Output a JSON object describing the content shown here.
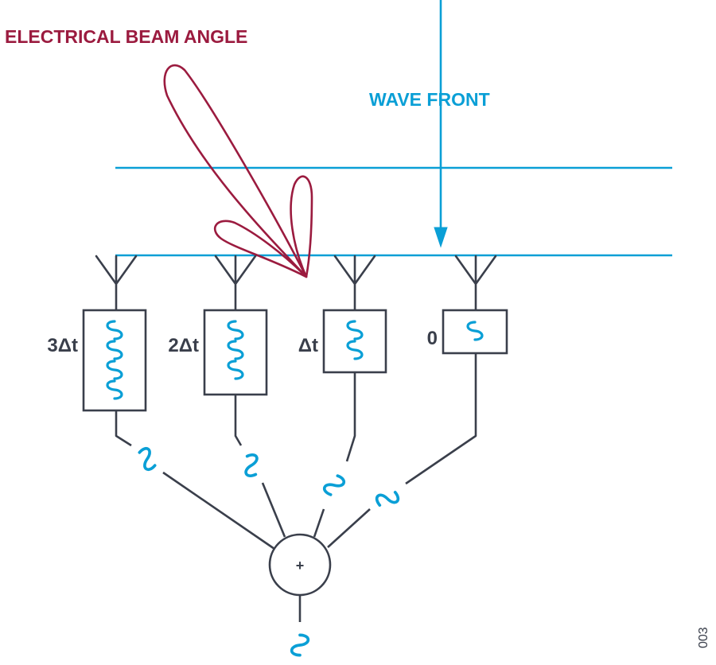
{
  "colors": {
    "beam": "#9b1b3f",
    "wave": "#0a9fd6",
    "structure": "#3a3f4b",
    "background": "#ffffff"
  },
  "labels": {
    "beam_angle": "ELECTRICAL BEAM ANGLE",
    "wave_front": "WAVE FRONT",
    "figure_code": "003",
    "summer_symbol": "+"
  },
  "delays": [
    {
      "label": "3Δt",
      "wave_glyphs": 4
    },
    {
      "label": "2Δt",
      "wave_glyphs": 3
    },
    {
      "label": "Δt",
      "wave_glyphs": 2
    },
    {
      "label": "0",
      "wave_glyphs": 1
    }
  ],
  "icons": [
    "antenna-icon",
    "sine-wave-icon",
    "summer-circle",
    "beam-lobe-icon",
    "arrow-down-icon"
  ]
}
